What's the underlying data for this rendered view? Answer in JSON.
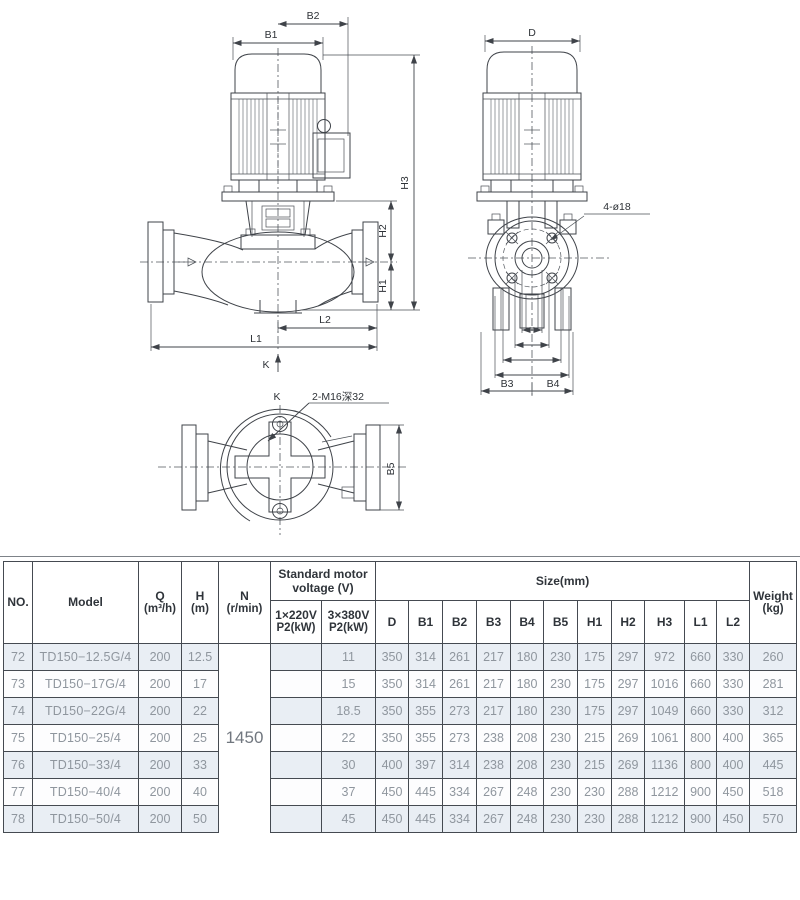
{
  "drawing": {
    "left_view": {
      "b2": "B2",
      "b1": "B1",
      "h3": "H3",
      "h2": "H2",
      "h1": "H1",
      "l2": "L2",
      "l1": "L1",
      "k": "K"
    },
    "right_view": {
      "d": "D",
      "bolt_callout": "4-ø18",
      "b3": "B3",
      "b4": "B4"
    },
    "plan_view": {
      "k": "K",
      "thread_callout": "2-M16深32",
      "b5": "B5"
    }
  },
  "table": {
    "headers": {
      "no": "NO.",
      "model": "Model",
      "q": "Q",
      "q_unit": "(m³/h)",
      "h": "H",
      "h_unit": "(m)",
      "n": "N",
      "n_unit": "(r/min)",
      "voltage_group": "Standard motor voltage (V)",
      "v220_line1": "1×220V",
      "v220_line2": "P2(kW)",
      "v380_line1": "3×380V",
      "v380_line2": "P2(kW)",
      "size_group": "Size(mm)",
      "size_cols": [
        "D",
        "B1",
        "B2",
        "B3",
        "B4",
        "B5",
        "H1",
        "H2",
        "H3",
        "L1",
        "L2"
      ],
      "weight": "Weight",
      "weight_unit": "(kg)"
    },
    "n_value": "1450",
    "rows": [
      {
        "no": "72",
        "model": "TD150−12.5G/4",
        "q": "200",
        "h": "12.5",
        "p220": "",
        "p380": "11",
        "size": [
          "350",
          "314",
          "261",
          "217",
          "180",
          "230",
          "175",
          "297",
          "972",
          "660",
          "330"
        ],
        "weight": "260"
      },
      {
        "no": "73",
        "model": "TD150−17G/4",
        "q": "200",
        "h": "17",
        "p220": "",
        "p380": "15",
        "size": [
          "350",
          "314",
          "261",
          "217",
          "180",
          "230",
          "175",
          "297",
          "1016",
          "660",
          "330"
        ],
        "weight": "281"
      },
      {
        "no": "74",
        "model": "TD150−22G/4",
        "q": "200",
        "h": "22",
        "p220": "",
        "p380": "18.5",
        "size": [
          "350",
          "355",
          "273",
          "217",
          "180",
          "230",
          "175",
          "297",
          "1049",
          "660",
          "330"
        ],
        "weight": "312"
      },
      {
        "no": "75",
        "model": "TD150−25/4",
        "q": "200",
        "h": "25",
        "p220": "",
        "p380": "22",
        "size": [
          "350",
          "355",
          "273",
          "238",
          "208",
          "230",
          "215",
          "269",
          "1061",
          "800",
          "400"
        ],
        "weight": "365"
      },
      {
        "no": "76",
        "model": "TD150−33/4",
        "q": "200",
        "h": "33",
        "p220": "",
        "p380": "30",
        "size": [
          "400",
          "397",
          "314",
          "238",
          "208",
          "230",
          "215",
          "269",
          "1136",
          "800",
          "400"
        ],
        "weight": "445"
      },
      {
        "no": "77",
        "model": "TD150−40/4",
        "q": "200",
        "h": "40",
        "p220": "",
        "p380": "37",
        "size": [
          "450",
          "445",
          "334",
          "267",
          "248",
          "230",
          "230",
          "288",
          "1212",
          "900",
          "450"
        ],
        "weight": "518"
      },
      {
        "no": "78",
        "model": "TD150−50/4",
        "q": "200",
        "h": "50",
        "p220": "",
        "p380": "45",
        "size": [
          "450",
          "445",
          "334",
          "267",
          "248",
          "230",
          "230",
          "288",
          "1212",
          "900",
          "450"
        ],
        "weight": "570"
      }
    ],
    "colors": {
      "row_shade": "#e9eef4",
      "border": "#454a51",
      "header_text": "#2f343a",
      "cell_text": "#8f969e",
      "line": "#3f4349"
    }
  }
}
